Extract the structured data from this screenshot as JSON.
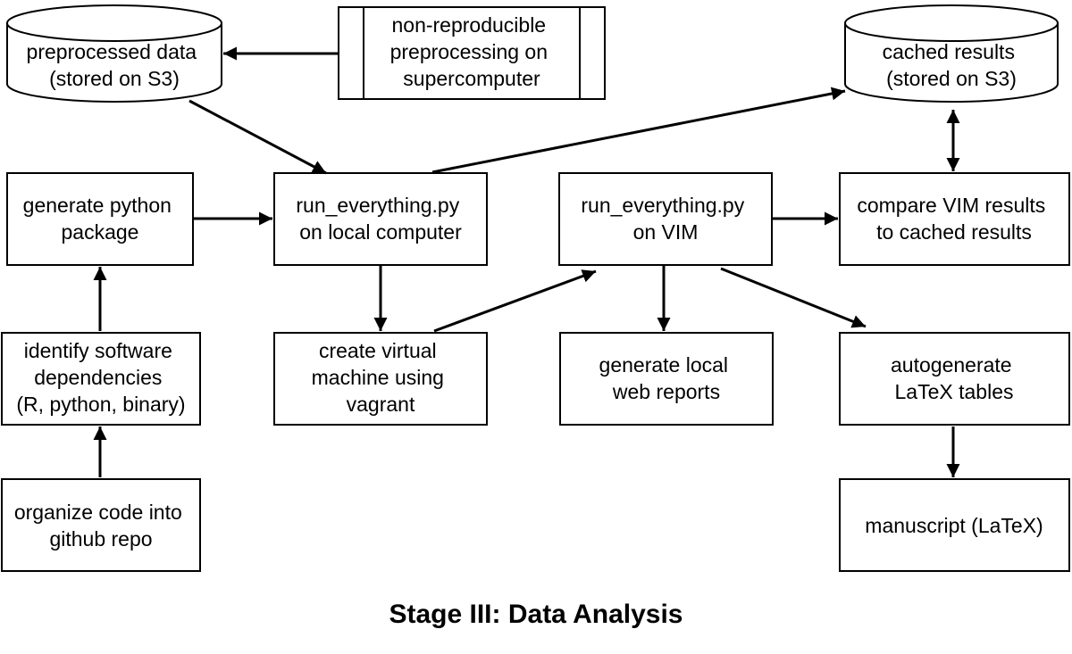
{
  "nodes": {
    "preprocessed_data": [
      "preprocessed data",
      "(stored on S3)"
    ],
    "non_reproducible": [
      "non-reproducible",
      "preprocessing on",
      "supercomputer"
    ],
    "cached_results": [
      "cached results",
      "(stored on S3)"
    ],
    "generate_package": [
      "generate python",
      "package"
    ],
    "run_local": [
      "run_everything.py",
      "on local computer"
    ],
    "run_vim": [
      "run_everything.py",
      "on VIM"
    ],
    "compare_results": [
      "compare VIM results",
      "to cached results"
    ],
    "identify_deps": [
      "identify software",
      "dependencies",
      "(R, python, binary)"
    ],
    "create_vm": [
      "create virtual",
      "machine using",
      "vagrant"
    ],
    "web_reports": [
      "generate local",
      "web reports"
    ],
    "latex_tables": [
      "autogenerate",
      "LaTeX tables"
    ],
    "organize_code": [
      "organize code into",
      "github repo"
    ],
    "manuscript": [
      "manuscript (LaTeX)"
    ]
  },
  "edges": [
    {
      "from": "non_reproducible",
      "to": "preprocessed_data"
    },
    {
      "from": "preprocessed_data",
      "to": "run_local"
    },
    {
      "from": "generate_package",
      "to": "run_local"
    },
    {
      "from": "run_local",
      "to": "cached_results"
    },
    {
      "from": "run_local",
      "to": "create_vm"
    },
    {
      "from": "create_vm",
      "to": "run_vim"
    },
    {
      "from": "run_vim",
      "to": "compare_results"
    },
    {
      "from": "run_vim",
      "to": "web_reports"
    },
    {
      "from": "run_vim",
      "to": "latex_tables"
    },
    {
      "from": "compare_results",
      "to": "cached_results",
      "bidirectional": true
    },
    {
      "from": "latex_tables",
      "to": "manuscript"
    },
    {
      "from": "identify_deps",
      "to": "generate_package"
    },
    {
      "from": "organize_code",
      "to": "identify_deps"
    }
  ],
  "caption": "Stage III: Data Analysis"
}
